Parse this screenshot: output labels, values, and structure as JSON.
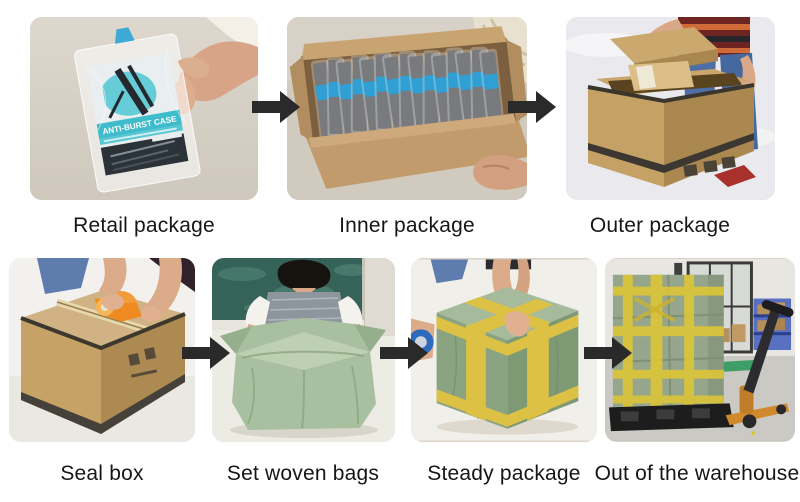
{
  "page": {
    "background": "#ffffff"
  },
  "flow": {
    "arrow_color": "#2a2a2a",
    "label_color": "#161616",
    "rows": [
      {
        "steps": [
          {
            "label": "Retail package",
            "scene": "hand-holding-phone-case-in-clear-retail-bag"
          },
          {
            "label": "Inner package",
            "scene": "open-carton-filled-with-wrapped-cases"
          },
          {
            "label": "Outer package",
            "scene": "worker-loading-cartons-into-large-box"
          }
        ]
      },
      {
        "steps": [
          {
            "label": "Seal box",
            "scene": "taping-carton-with-orange-dispenser"
          },
          {
            "label": "Set woven bags",
            "scene": "pulling-green-woven-bag-over-box"
          },
          {
            "label": "Steady package",
            "scene": "green-wrapped-box-strapped-with-yellow-tape"
          },
          {
            "label": "Out of the warehouse",
            "scene": "pallet-jack-moving-wrapped-stack"
          }
        ]
      }
    ],
    "photo_texts": {
      "retail_case_title": "ANTI-BURST CASE"
    }
  }
}
